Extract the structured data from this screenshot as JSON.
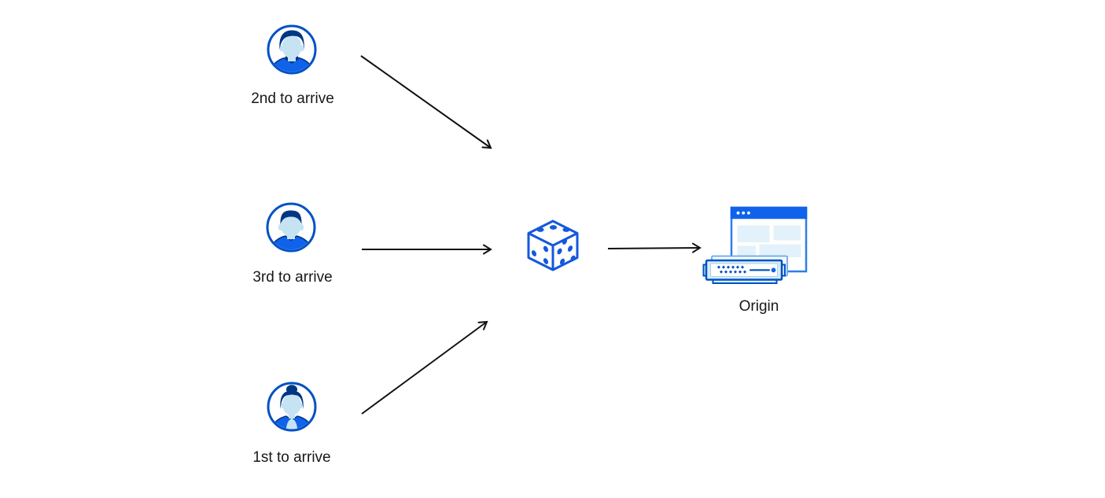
{
  "diagram": {
    "type": "flow-diagram",
    "clients": [
      {
        "label": "2nd to arrive",
        "avatar_icon": "male-user-swept-hair-avatar-icon"
      },
      {
        "label": "3rd to arrive",
        "avatar_icon": "male-user-flat-top-avatar-icon"
      },
      {
        "label": "1st to arrive",
        "avatar_icon": "female-user-bun-avatar-icon"
      }
    ],
    "center_node": {
      "icon": "dice-icon"
    },
    "origin_node": {
      "label": "Origin",
      "icon": "origin-server-browser-icon"
    },
    "edges": [
      {
        "from": "2nd to arrive",
        "to": "dice"
      },
      {
        "from": "3rd to arrive",
        "to": "dice"
      },
      {
        "from": "1st to arrive",
        "to": "dice"
      },
      {
        "from": "dice",
        "to": "Origin"
      }
    ],
    "colors": {
      "outline_blue": "#0051c3",
      "bright_blue": "#1062eb",
      "navy": "#003682",
      "skin_light_blue": "#c5e3f3",
      "pale_panel_blue": "#e3f1fa",
      "server_frame_blue": "#d7ecf9",
      "arrow_black": "#111111",
      "label_text": "#17181a",
      "background": "#ffffff"
    }
  }
}
